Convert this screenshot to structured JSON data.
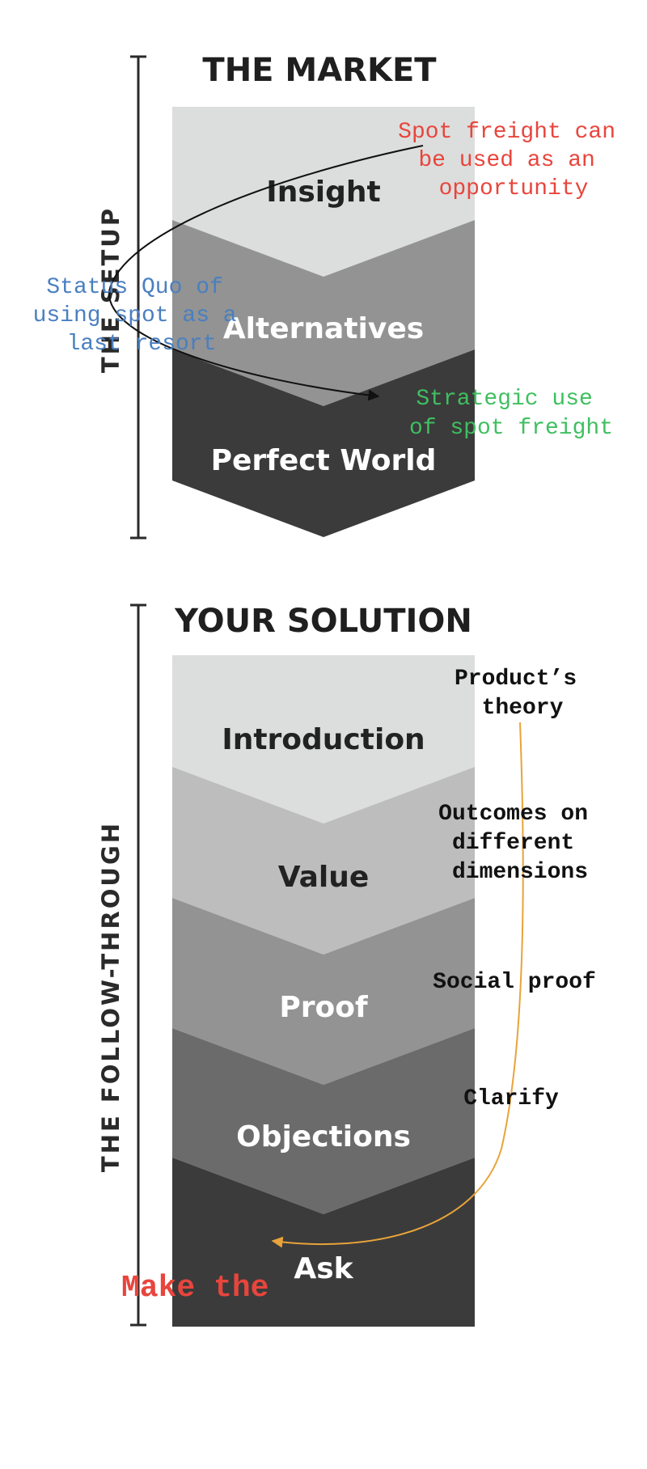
{
  "market": {
    "title": "THE MARKET",
    "side_label": "THE SETUP",
    "bands": [
      {
        "label": "Insight",
        "color": "#dcdedd",
        "text_color": "#222222"
      },
      {
        "label": "Alternatives",
        "color": "#929392",
        "text_color": "#ffffff"
      },
      {
        "label": "Perfect World",
        "color": "#3b3b3b",
        "text_color": "#ffffff"
      }
    ],
    "annotations": {
      "red": [
        "Spot freight can",
        "be used as an",
        "opportunity"
      ],
      "green": [
        "Strategic use",
        "of spot freight"
      ],
      "blue": [
        "Status Quo of",
        "using spot as a",
        "last resort"
      ]
    }
  },
  "solution": {
    "title": "YOUR SOLUTION",
    "side_label": "THE FOLLOW-THROUGH",
    "bands": [
      {
        "label": "Introduction",
        "color": "#dcdedd",
        "text_color": "#222222"
      },
      {
        "label": "Value",
        "color": "#bdbdbd",
        "text_color": "#222222"
      },
      {
        "label": "Proof",
        "color": "#929392",
        "text_color": "#ffffff"
      },
      {
        "label": "Objections",
        "color": "#6b6b6b",
        "text_color": "#ffffff"
      },
      {
        "label": "Ask",
        "color": "#3b3b3b",
        "text_color": "#ffffff"
      }
    ],
    "annotations": {
      "product_theory": [
        "Product’s",
        "theory"
      ],
      "outcomes": [
        "Outcomes on",
        "different",
        "dimensions"
      ],
      "social_proof": "Social proof",
      "clarify": "Clarify",
      "make_the": "Make the"
    }
  },
  "colors": {
    "arrow_black": "#111111",
    "arrow_orange": "#e8a33a",
    "bracket": "#2a2a2a"
  }
}
